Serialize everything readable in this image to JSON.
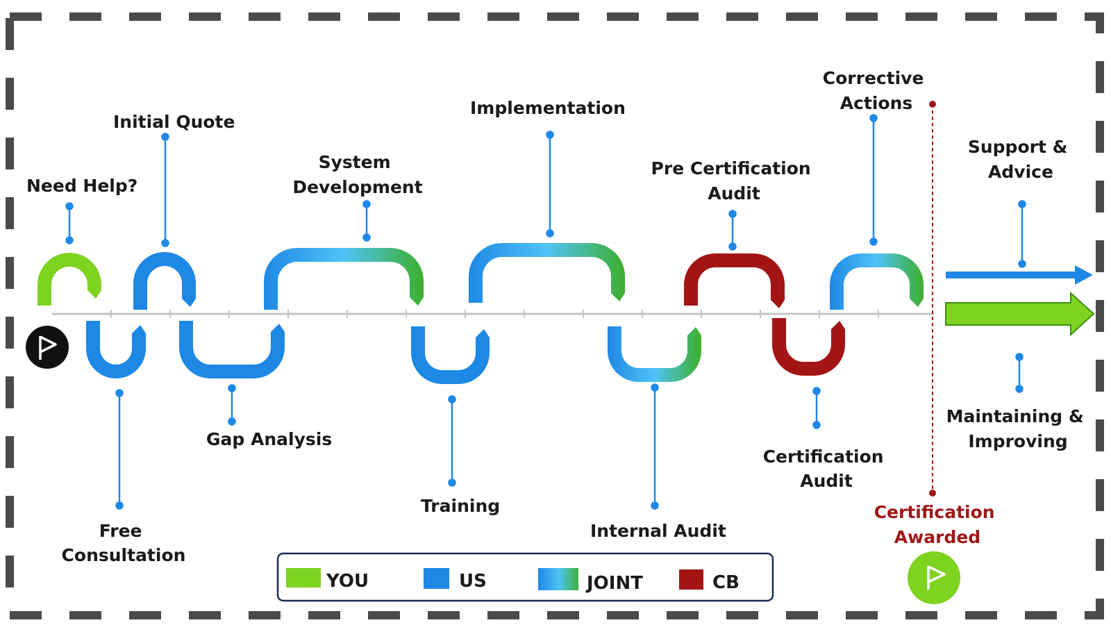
{
  "steps": [
    {
      "label": [
        "Need Help?"
      ],
      "owner": "you"
    },
    {
      "label": [
        "Free",
        "Consultation"
      ],
      "owner": "us"
    },
    {
      "label": [
        "Initial Quote"
      ],
      "owner": "us"
    },
    {
      "label": [
        "Gap Analysis"
      ],
      "owner": "us"
    },
    {
      "label": [
        "System",
        "Development"
      ],
      "owner": "joint"
    },
    {
      "label": [
        "Training"
      ],
      "owner": "us"
    },
    {
      "label": [
        "Implementation"
      ],
      "owner": "joint"
    },
    {
      "label": [
        "Internal Audit"
      ],
      "owner": "joint"
    },
    {
      "label": [
        "Pre Certification",
        "Audit"
      ],
      "owner": "cb"
    },
    {
      "label": [
        "Certification",
        "Audit"
      ],
      "owner": "cb"
    },
    {
      "label": [
        "Corrective",
        "Actions"
      ],
      "owner": "joint"
    },
    {
      "label": [
        "Support &",
        "Advice"
      ],
      "owner": "us"
    },
    {
      "label": [
        "Maintaining &",
        "Improving"
      ],
      "owner": "you"
    }
  ],
  "milestone": {
    "label": [
      "Certification",
      "Awarded"
    ]
  },
  "legend": {
    "you": "YOU",
    "us": "US",
    "joint": "JOINT",
    "cb": "CB"
  },
  "icons": {
    "start": "flag-icon",
    "end": "flag-icon"
  },
  "colors": {
    "you": "#7ed321",
    "us": "#1e88e5",
    "joint_light": "#4fc3f7",
    "cb": "#a31515",
    "milestone": "#a01818",
    "dashes": "#4a4a4a",
    "connector": "#1e88e5"
  }
}
